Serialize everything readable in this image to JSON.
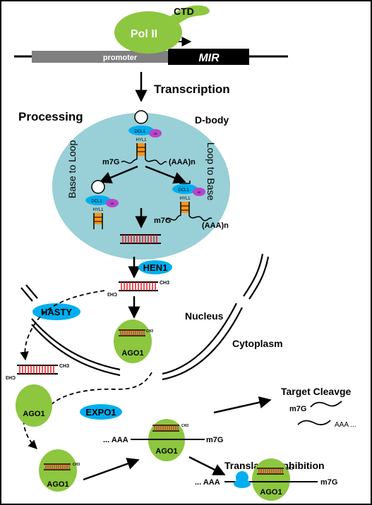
{
  "colors": {
    "green": "#8dc63f",
    "green_dark": "#5e8c23",
    "cyan": "#00aeef",
    "ellipse": "#99cfd6",
    "orange": "#f7941d",
    "red": "#e31b23",
    "magenta": "#b845c9",
    "promoter_gray": "#808080"
  },
  "gene": {
    "polymerase": "Pol II",
    "ctd": "CTD",
    "promoter": "promoter",
    "mir": "MIR"
  },
  "labels": {
    "transcription": "Transcription",
    "processing": "Processing",
    "dbody": "D-body",
    "base_to_loop": "Base to Loop",
    "loop_to_base": "Loop to Base",
    "m7g": "m7G",
    "polya": "(AAA)n",
    "nucleus": "Nucleus",
    "cytoplasm": "Cytoplasm",
    "target_cleavage": "Target  Cleavge",
    "translation_inhibition": "Translation Inhibition",
    "aaa_dots": "AAA ...",
    "dots_aaa": "... AAA",
    "ch3": "CH3"
  },
  "proteins": {
    "dcl1": "DCL1",
    "hyl1": "HYL1",
    "se": "SE",
    "hen1": "HEN1",
    "hasty": "HASTY",
    "expo1": "EXPO1",
    "ago1": "AGO1"
  }
}
